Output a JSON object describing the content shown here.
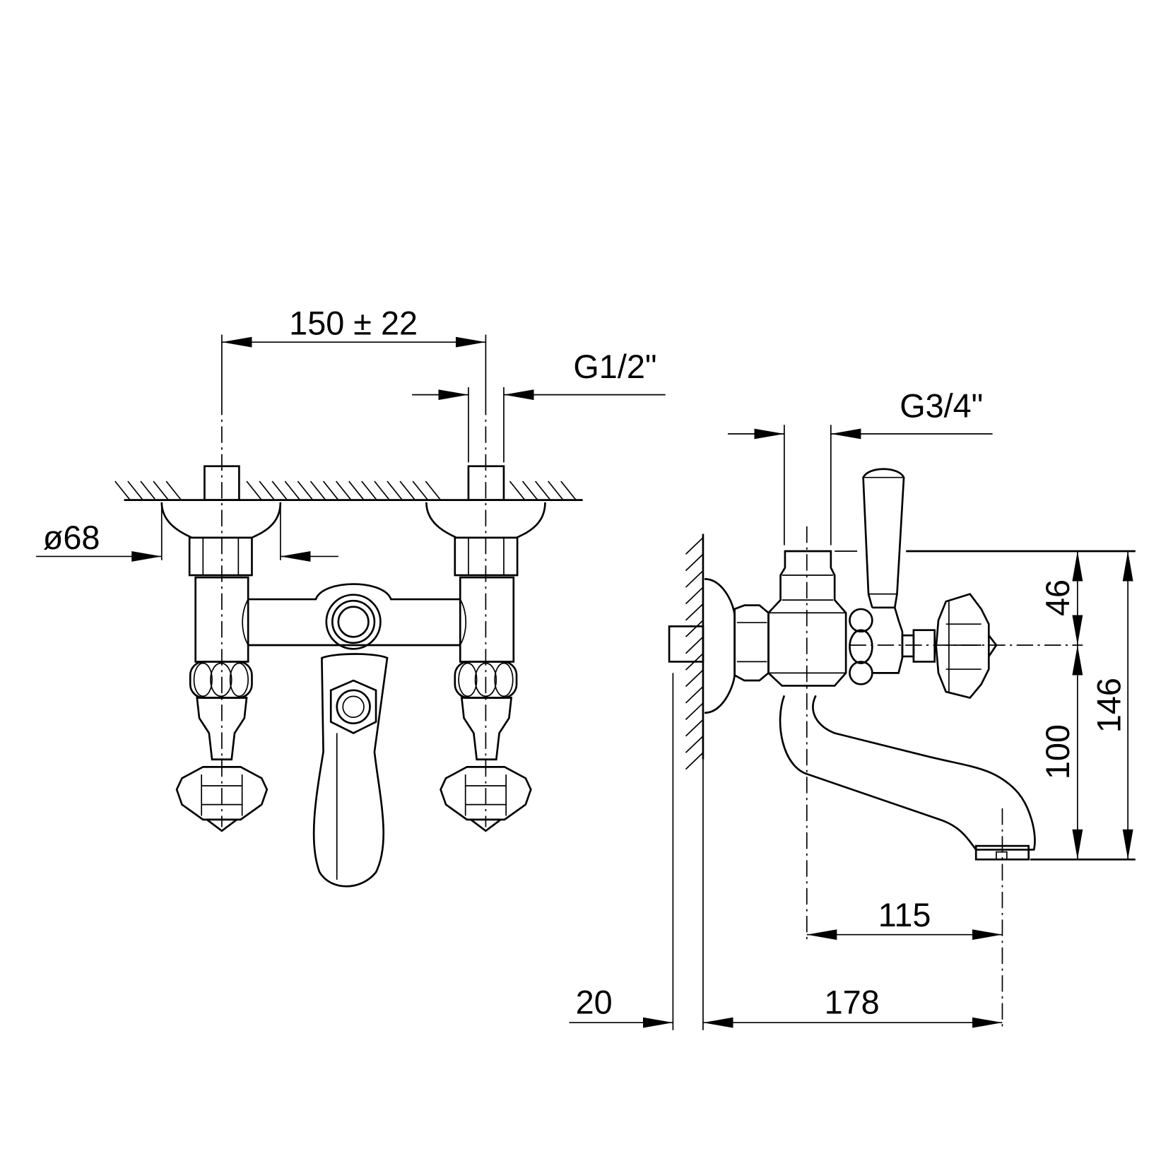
{
  "drawing": {
    "front_view": {
      "spacing_dimension": "150 ± 22",
      "inlet_thread": "G1/2\"",
      "rosette_diameter": "ø68"
    },
    "side_view": {
      "outlet_thread": "G3/4\"",
      "height_top_to_axis": "46",
      "height_axis_to_outlet": "100",
      "total_height": "146",
      "spout_projection": "115",
      "wall_offset": "20",
      "total_projection": "178"
    }
  }
}
